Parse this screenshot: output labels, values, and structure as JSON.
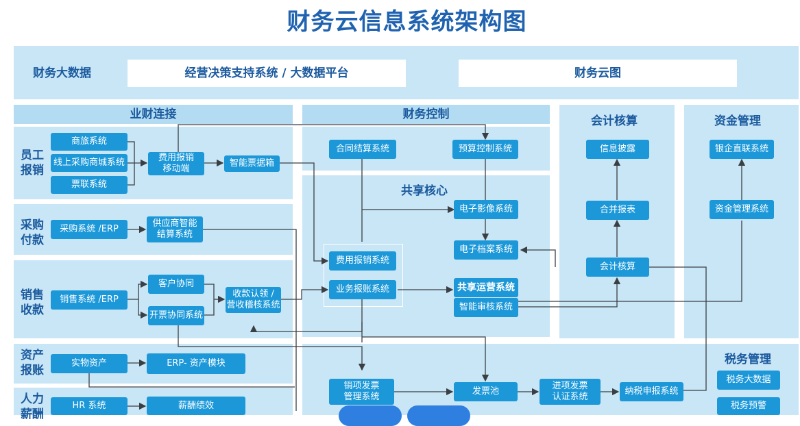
{
  "title": "财务云信息系统架构图",
  "top": {
    "label": "财务大数据",
    "box1": "经营决策支持系统 / 大数据平台",
    "box2": "财务云图"
  },
  "sections": {
    "yecai": "业财连接",
    "control": "财务控制",
    "shared": "共享核心",
    "accounting": "会计核算",
    "funds": "资金管理",
    "tax": "税务管理"
  },
  "rows": {
    "employee": "员工\n报销",
    "purchase": "采购\n付款",
    "sales": "销售\n收款",
    "assets": "资产\n报账",
    "hr": "人力\n薪酬"
  },
  "nodes": {
    "shanglv": "商旅系统",
    "online_mall": "线上采购商城系统",
    "piaolian": "票联系统",
    "expense_mobile": "费用报销\n移动端",
    "smart_ticket": "智能票据箱",
    "purchase_erp": "采购系统 /ERP",
    "supplier": "供应商智能\n结算系统",
    "sales_erp": "销售系统 /ERP",
    "customer": "客户协同",
    "invoice_collab": "开票协同系统",
    "receipt": "收款认领 /\n营收稽核系统",
    "physical_asset": "实物资产",
    "erp_asset": "ERP- 资产模块",
    "hr_system": "HR 系统",
    "salary": "薪酬绩效",
    "contract": "合同结算系统",
    "budget": "预算控制系统",
    "e_image": "电子影像系统",
    "e_archive": "电子档案系统",
    "expense_sys": "费用报销系统",
    "business_sys": "业务报账系统",
    "shared_ops": "共享运营系统",
    "smart_audit": "智能审核系统",
    "disclosure": "信息披露",
    "merge": "合并报表",
    "acct": "会计核算",
    "bank": "银企直联系统",
    "fund_mgmt": "资金管理系统",
    "sales_invoice": "销项发票\n管理系统",
    "invoice_pool": "发票池",
    "input_invoice": "进项发票\n认证系统",
    "tax_decl": "纳税申报系统",
    "tax_bigdata": "税务大数据",
    "tax_alert": "税务预警"
  },
  "colors": {
    "title": "#1f62b0",
    "panel": "#c9e6f6",
    "node": "#1c98d9",
    "arrow": "#3a3f44"
  }
}
